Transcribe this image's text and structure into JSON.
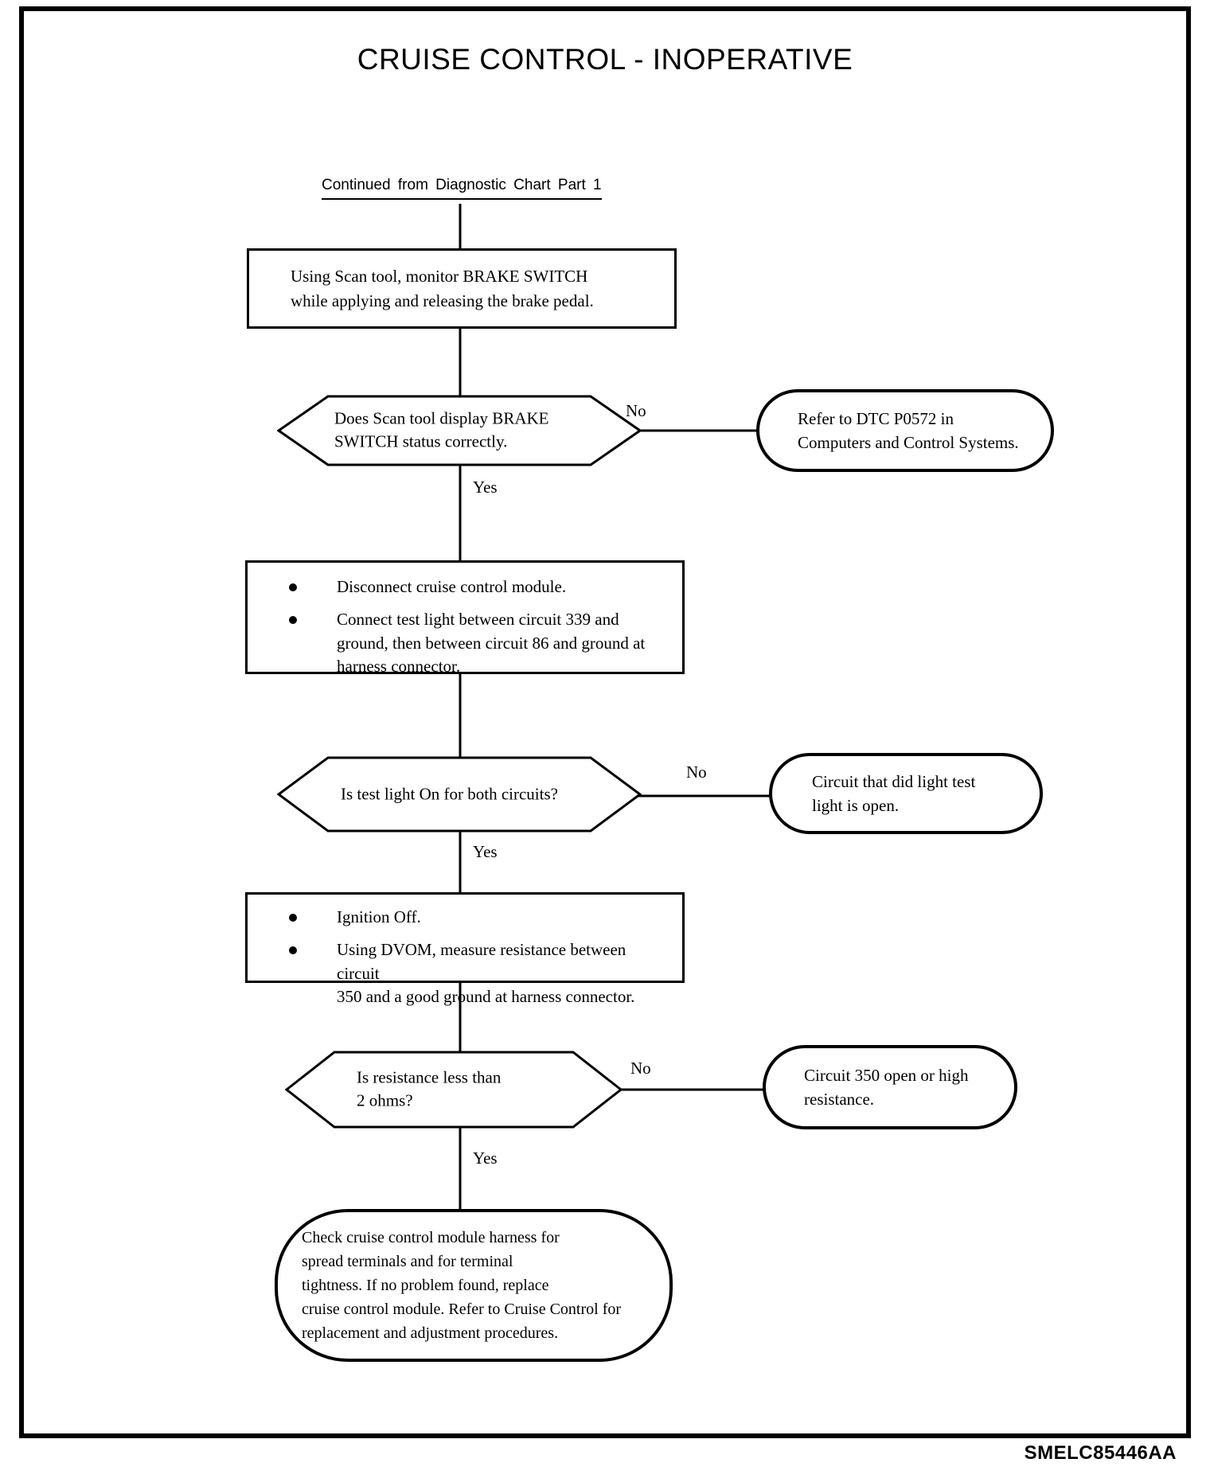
{
  "page": {
    "title": "CRUISE CONTROL - INOPERATIVE",
    "continued_from": "Continued from Diagnostic Chart Part 1",
    "doc_code": "SMELC85446AA"
  },
  "labels": {
    "yes": "Yes",
    "no": "No"
  },
  "colors": {
    "ink": "#000000",
    "paper": "#ffffff"
  },
  "nodes": {
    "step1": {
      "type": "process",
      "text": "Using Scan tool, monitor BRAKE SWITCH\nwhile applying and releasing the brake pedal."
    },
    "decision1": {
      "type": "decision",
      "text": "Does Scan tool display BRAKE\nSWITCH status correctly."
    },
    "result1": {
      "type": "terminal",
      "text": "Refer to DTC P0572 in\nComputers and Control Systems."
    },
    "step2": {
      "type": "process",
      "items": [
        "Disconnect cruise control module.",
        "Connect test light between circuit 339 and\nground, then between circuit 86 and ground at\nharness connector."
      ]
    },
    "decision2": {
      "type": "decision",
      "text": "Is test light On for both circuits?"
    },
    "result2": {
      "type": "terminal",
      "text": "Circuit that did light test\nlight is open."
    },
    "step3": {
      "type": "process",
      "items": [
        "Ignition Off.",
        "Using DVOM, measure resistance between circuit\n350 and a good ground at harness connector."
      ]
    },
    "decision3": {
      "type": "decision",
      "text": "Is resistance less than\n2 ohms?"
    },
    "result3": {
      "type": "terminal",
      "text": "Circuit 350 open or high\nresistance."
    },
    "final": {
      "type": "terminal",
      "text": "Check cruise control module harness for\nspread terminals and for terminal\ntightness. If no problem found, replace\ncruise control module. Refer to Cruise Control for\nreplacement and adjustment procedures."
    }
  },
  "edges": [
    {
      "from": "continued_from",
      "to": "step1",
      "label": ""
    },
    {
      "from": "step1",
      "to": "decision1",
      "label": ""
    },
    {
      "from": "decision1",
      "to": "result1",
      "label": "No"
    },
    {
      "from": "decision1",
      "to": "step2",
      "label": "Yes"
    },
    {
      "from": "step2",
      "to": "decision2",
      "label": ""
    },
    {
      "from": "decision2",
      "to": "result2",
      "label": "No"
    },
    {
      "from": "decision2",
      "to": "step3",
      "label": "Yes"
    },
    {
      "from": "step3",
      "to": "decision3",
      "label": ""
    },
    {
      "from": "decision3",
      "to": "result3",
      "label": "No"
    },
    {
      "from": "decision3",
      "to": "final",
      "label": "Yes"
    }
  ]
}
